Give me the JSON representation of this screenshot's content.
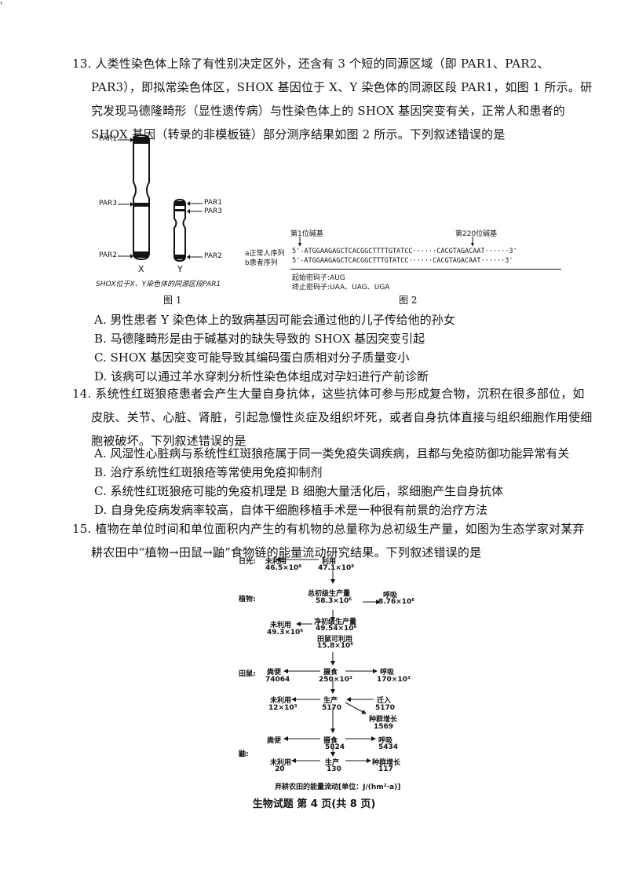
{
  "corner_mark": "'",
  "q13": {
    "stem": "13. 人类性染色体上除了有性别决定区外，还含有 3 个短的同源区域（即 PAR1、PAR2、PAR3），即拟常染色体区，SHOX 基因位于 X、Y 染色体的同源区段 PAR1，如图 1 所示。研究发现马德隆畸形（显性遗传病）与性染色体上的 SHOX 基因突变有关，正常人和患者的 SHOX 基因（转录的非模板链）部分测序结果如图 2 所示。下列叙述错误的是",
    "fig1": {
      "par1": "PAR1",
      "par3": "PAR3",
      "par2": "PAR2",
      "y_par1": "PAR1",
      "y_par3": "PAR3",
      "y_par2": "PAR2",
      "x_label": "X",
      "y_label": "Y",
      "note": "SHOX位于X、Y染色体的同源区段PAR1",
      "caption": "图 1"
    },
    "fig2": {
      "base1": "第1位碱基",
      "base220": "第220位碱基",
      "seq_a_label": "a正常人序列",
      "seq_a": "5'-ATGGAAGAGCTCACGGCTTTTGTATCC······CACGTAGACAAT······3'",
      "seq_b_label": "b患者序列",
      "seq_b": "5'-ATGGAAGAGCTCACGGCTTTGTATCC······CACGTAGACAAT······3'",
      "start_codon": "起始密码子:AUG",
      "stop_codon": "终止密码子:UAA、UAG、UGA",
      "caption": "图 2"
    },
    "options": [
      "A. 男性患者 Y 染色体上的致病基因可能会通过他的儿子传给他的孙女",
      "B. 马德隆畸形是由于碱基对的缺失导致的 SHOX 基因突变引起",
      "C. SHOX 基因突变可能导致其编码蛋白质相对分子质量变小",
      "D. 该病可以通过羊水穿刺分析性染色体组成对孕妇进行产前诊断"
    ]
  },
  "q14": {
    "stem": "14. 系统性红斑狼疮患者会产生大量自身抗体，这些抗体可参与形成复合物，沉积在很多部位，如皮肤、关节、心脏、肾脏，引起急慢性炎症及组织坏死，或者自身抗体直接与组织细胞作用使细胞被破坏。下列叙述错误的是",
    "options": [
      "A. 风湿性心脏病与系统性红斑狼疮属于同一类免疫失调疾病，且都与免疫防御功能异常有关",
      "B. 治疗系统性红斑狼疮等常使用免疫抑制剂",
      "C. 系统性红斑狼疮可能的免疫机理是 B 细胞大量活化后，浆细胞产生自身抗体",
      "D. 自身免疫病发病率较高，自体干细胞移植手术是一种很有前景的治疗方法"
    ]
  },
  "q15": {
    "stem": "15. 植物在单位时间和单位面积内产生的有机物的总量称为总初级生产量，如图为生态学家对某弃耕农田中“植物→田鼠→鼬”食物链的能量流动研究结果。下列叙述错误的是",
    "flow": {
      "sunlight": "日光:",
      "unused": "未利用",
      "used": "利用",
      "sun_unused_val": "46.5×10⁸",
      "sun_used_val": "47.1×10⁸",
      "plant": "植物:",
      "gpp": "总初级生产量",
      "gpp_val": "58.3×10⁶",
      "respiration": "呼吸",
      "plant_resp_val": "8.76×10⁶",
      "plant_unused": "未利用",
      "plant_unused_val": "49.3×10⁶",
      "npp": "净初级生产量",
      "npp_val": "49.54×10⁶",
      "vole_available": "田鼠可利用",
      "vole_available_val": "15.8×10⁶",
      "vole": "田鼠:",
      "feces": "粪便",
      "intake": "摄食",
      "vole_feces_val": "74064",
      "vole_intake_val": "250×10³",
      "vole_resp_val": "170×10³",
      "vole_unused": "未利用",
      "vole_unused_val": "12×10³",
      "production": "生产",
      "vole_prod_val": "5170",
      "immigration": "迁入",
      "vole_immig_val": "5170",
      "pop_growth": "种群增长",
      "vole_growth_val": "1569",
      "weasel": "鼬:",
      "weasel_feces": "粪便",
      "weasel_intake": "摄食",
      "weasel_intake_val": "5824",
      "weasel_resp": "呼吸",
      "weasel_resp_val": "5434",
      "weasel_unused": "未利用",
      "weasel_unused_val": "20",
      "weasel_prod": "生产",
      "weasel_prod_val": "130",
      "weasel_growth": "种群增长",
      "weasel_growth_val": "117",
      "caption": "弃耕农田的能量流动[单位：J/(hm²·a)]"
    }
  },
  "footer": "生物试题  第 4 页(共 8 页)"
}
